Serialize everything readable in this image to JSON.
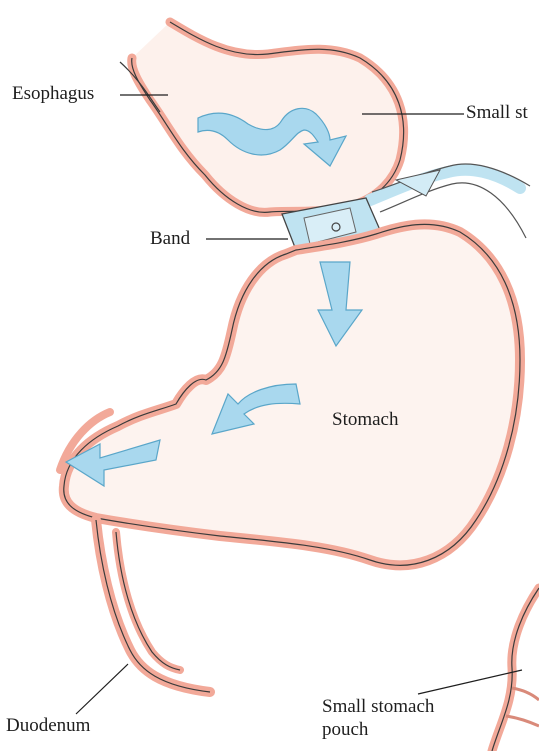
{
  "labels": {
    "esophagus": "Esophagus",
    "small_stomach_top": "Small st",
    "band": "Band",
    "stomach": "Stomach",
    "duodenum": "Duodenum",
    "pouch_line1": "Small stomach",
    "pouch_line2": "pouch"
  },
  "colors": {
    "organ_outline": "#f2a999",
    "organ_inner": "#fde7e0",
    "arrow_fill": "#a9d8ee",
    "arrow_stroke": "#5aa6c9",
    "band_fill": "#bfe3f1",
    "ink": "#2a2a2a"
  }
}
